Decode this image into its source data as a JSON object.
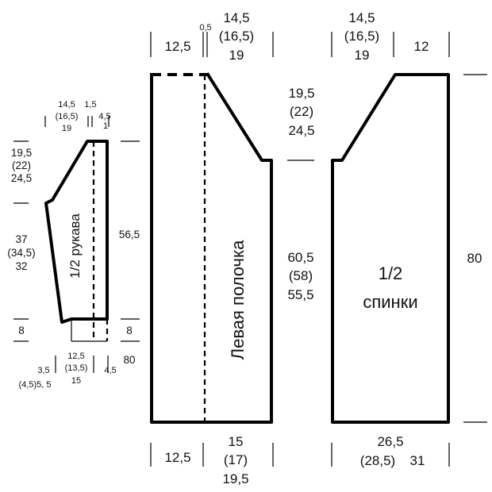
{
  "sleeve": {
    "top_width": [
      "14,5",
      "(16,5)",
      "19"
    ],
    "top_inner": "1,5",
    "top_right": [
      "4,5",
      "1"
    ],
    "cap_height": [
      "19,5",
      "(22)",
      "24,5"
    ],
    "body_height": [
      "37",
      "(34,5)",
      "32"
    ],
    "cuff_height": "8",
    "bottom_width": [
      "12,5",
      "(13,5)",
      "15"
    ],
    "bottom_left": [
      "3,5",
      "(4,5)5, 5"
    ],
    "bottom_right": "4,5",
    "title": "1/2 рукава"
  },
  "front": {
    "side_height": "56,5",
    "cuff_mark": "8",
    "total_height": "80",
    "top_left_width": "12,5",
    "top_gap": "0,5",
    "top_neck_width": [
      "14,5",
      "(16,5)",
      "19"
    ],
    "neck_depth": [
      "19,5",
      "(22)",
      "24,5"
    ],
    "body_height": [
      "60,5",
      "(58)",
      "55,5"
    ],
    "bottom_left_width": "12,5",
    "bottom_right_width": [
      "15",
      "(17)",
      "19,5"
    ],
    "title": "Левая полочка"
  },
  "back": {
    "top_neck_width": [
      "14,5",
      "(16,5)",
      "19"
    ],
    "top_right_width": "12",
    "total_height": "80",
    "bottom_width": [
      "26,5",
      "(28,5)",
      "31"
    ],
    "title": [
      "1/2",
      "спинки"
    ]
  }
}
